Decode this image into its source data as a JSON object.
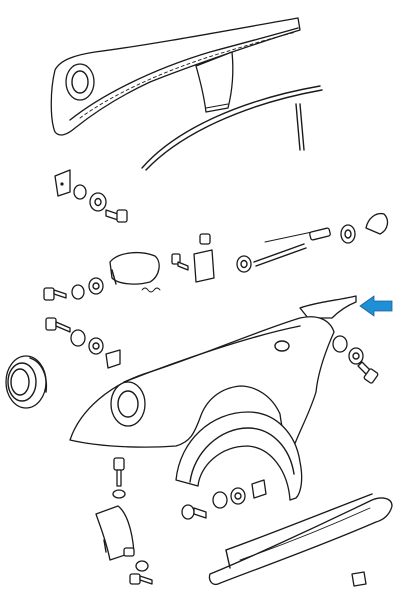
{
  "diagram": {
    "labels": [],
    "highlight_arrow_color": "#1f8fd6",
    "line_color": "#1a1a1a",
    "background": "#ffffff",
    "icons": [
      "fender-panel",
      "headlight-bucket",
      "hood-trim-strip",
      "rocker-panel",
      "fastener-bolts",
      "washers",
      "clips",
      "highlighted-bracket-arrow"
    ]
  }
}
